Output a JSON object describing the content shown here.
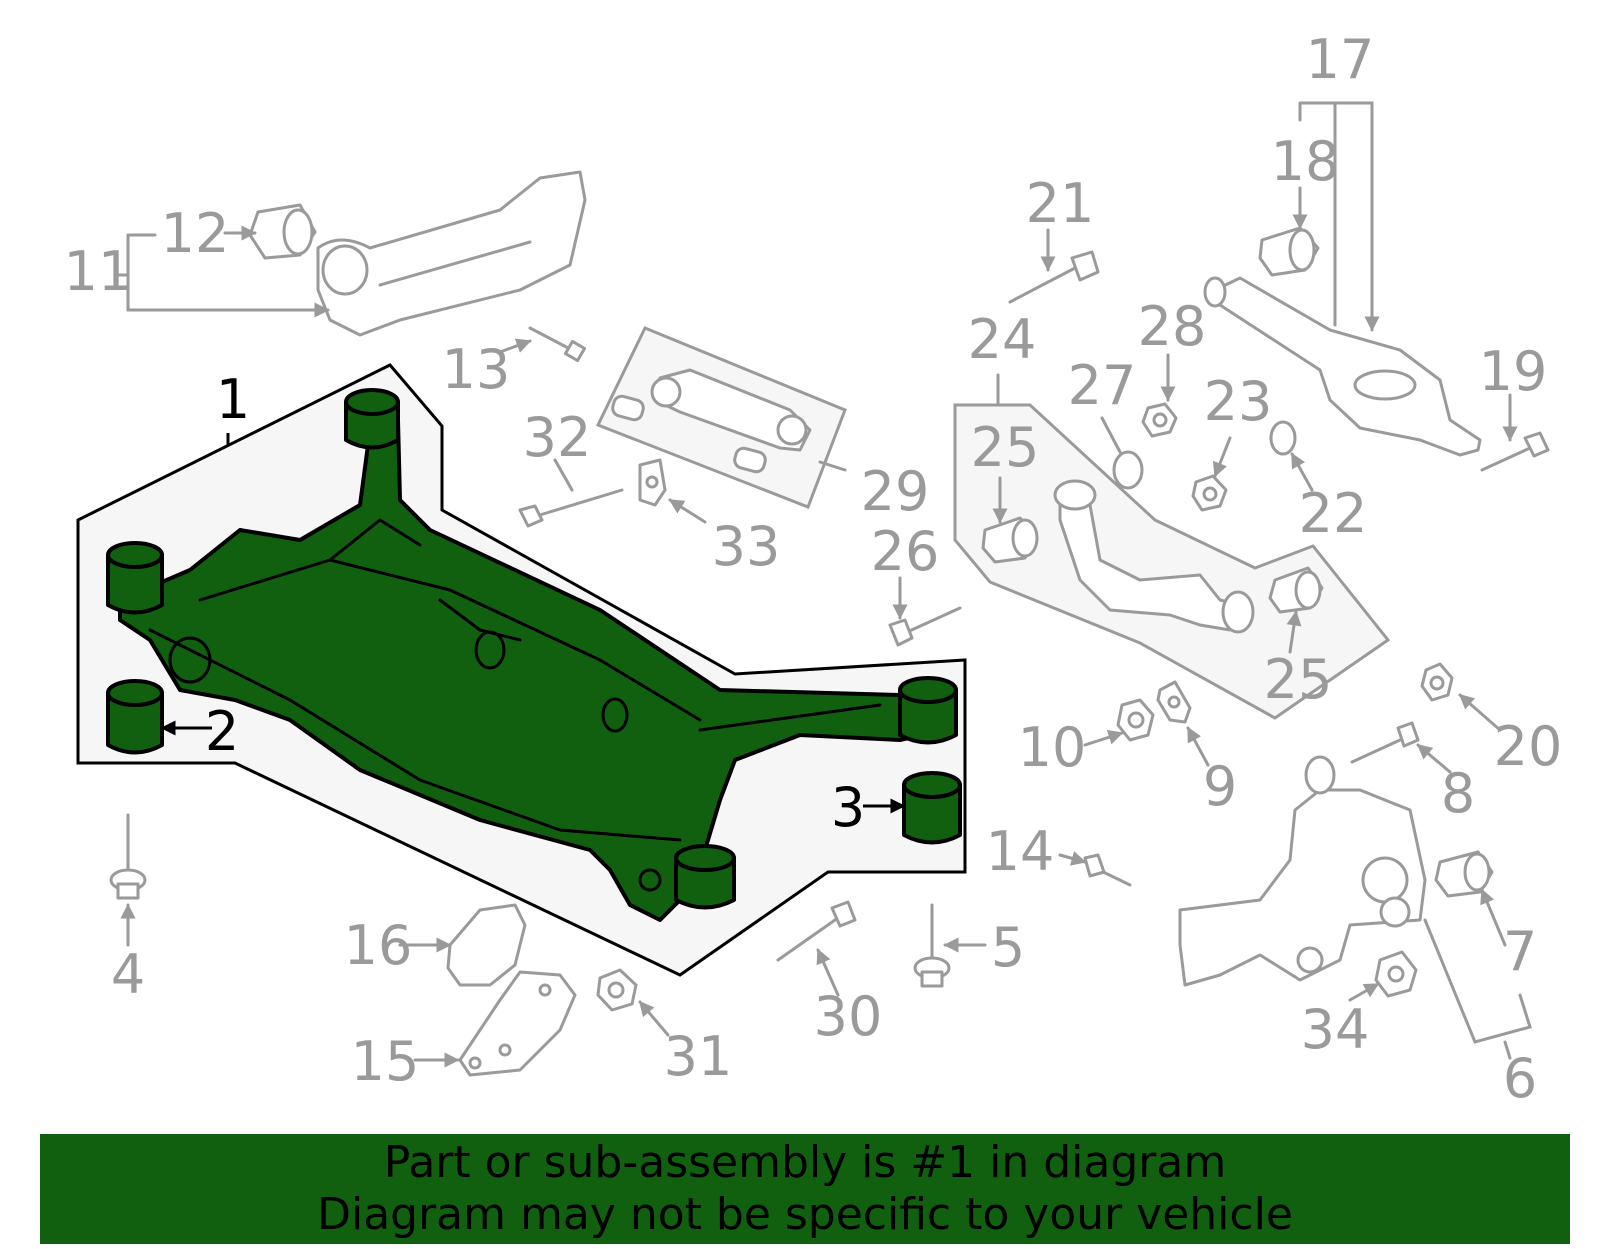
{
  "callouts": {
    "c1": "1",
    "c2": "2",
    "c3": "3",
    "c4": "4",
    "c5": "5",
    "c6": "6",
    "c7": "7",
    "c8": "8",
    "c9": "9",
    "c10": "10",
    "c11": "11",
    "c12": "12",
    "c13": "13",
    "c14": "14",
    "c15": "15",
    "c16": "16",
    "c17": "17",
    "c18": "18",
    "c19": "19",
    "c20": "20",
    "c21": "21",
    "c22": "22",
    "c23": "23",
    "c24": "24",
    "c25a": "25",
    "c25b": "25",
    "c26": "26",
    "c27": "27",
    "c28": "28",
    "c29": "29",
    "c30": "30",
    "c31": "31",
    "c32": "32",
    "c33": "33",
    "c34": "34"
  },
  "highlighted_part": "1",
  "colors": {
    "highlight": "#106010",
    "outline": "#000000",
    "part_gray": "#9a9a9a",
    "background": "#ffffff"
  },
  "banner": {
    "line1": "Part or sub-assembly is #1 in diagram",
    "line2": "Diagram may not be specific to your vehicle"
  }
}
